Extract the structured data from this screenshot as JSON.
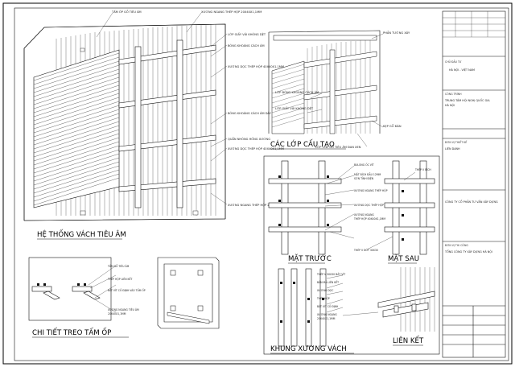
{
  "views": {
    "he_thong": {
      "title": "HỆ THỐNG VÁCH TIÊU ÂM",
      "labels": [
        "TẤM ỐP GỖ TIÊU ÂM",
        "XƯƠNG NGANG THÉP HỘP 20X40X1,1MM",
        "LỚP GIẤY VẢI KHÔNG DỆT",
        "BÔNG KHOÁNG CÁCH ÂM",
        "XƯƠNG DỌC THÉP HỘP 40X40X1,1MM",
        "BÔNG KHOÁNG CÁCH ÂM DÀY 50MM",
        "QUẦN NHÔNG HỐNG XƯƠNG",
        "XƯƠNG DỌC THÉP HỘP 40X40X1,1MM",
        "XƯƠNG NGANG THÉP HỘP 20X40X1,1MM"
      ]
    },
    "cac_lop": {
      "title": "CÁC LỚP CẤU TẠO",
      "labels": [
        "PHẦN TƯỜNG XÂY",
        "LỚP BÔNG KHOÁNG CÁCH ÂM",
        "LỚP GIẤY VẢI KHÔNG DỆT",
        "KẸP GỖ ĐÀN",
        "LỚP CỐT GỖ TIÊU ÂM ĐAN XEN"
      ]
    },
    "mat_truoc": {
      "title": "MẶT TRƯỚC",
      "labels": [
        "BULONG ỐC VÍT",
        "MẶT BÍCH ĐẦU 12MM",
        "SƠN TĨNH ĐIỆN",
        "XƯƠNG NGANG THÉP HỘP",
        "XƯƠNG DỌC THÉP HỘP",
        "XƯƠNG NGANG",
        "THÉP HỘP 40X40X1,1MM"
      ]
    },
    "mat_sau": {
      "title": "MẶT SAU",
      "labels": [
        "THÉP V BÍCH",
        "THÉP V ĐÓT 30X30"
      ]
    },
    "chi_tiet": {
      "title": "CHI TIẾT TREO TẤM ỐP",
      "labels": [
        "TẤM GỖ TIÊU ÂM",
        "THÉP HỘP LIÊN KẾT",
        "BÁT VÍT CỐ ĐỊNH VÀO TẤM ỐP",
        "XƯƠNG NGANG TIÊU ÂM",
        "20X40X1,1MM"
      ]
    },
    "khung": {
      "title": "KHUNG XƯƠNG VÁCH",
      "labels": [
        "THÉP V 30X30 BẢT VÍT",
        "BẢN MÃ LIÊN KẾT",
        "XƯƠNG DỌC",
        "THÉP HỘP",
        "BÁT VÍT CỐ ĐỊNH",
        "XƯƠNG NGANG",
        "20X40X1,1MM"
      ]
    },
    "lien_ket": {
      "title": "LIÊN KẾT"
    }
  },
  "title_block": {
    "rows": [
      {
        "head": "CHỦ ĐẦU TƯ",
        "text": "HÀ NỘI - VIỆT NAM"
      },
      {
        "head": "CÔNG TRÌNH",
        "text": "TRUNG TÂM HỘI NGHỊ QUỐC GIA"
      },
      {
        "head": "",
        "text": "HÀ NỘI"
      },
      {
        "head": "ĐƠN VỊ THIẾT KẾ",
        "text": "LIÊN DANH"
      },
      {
        "head": "",
        "text": "CÔNG TY CỔ PHẦN TƯ VẤN XÂY DỰNG"
      },
      {
        "head": "ĐƠN VỊ THI CÔNG",
        "text": "TỔNG CÔNG TY XÂY DỰNG HÀ NỘI"
      }
    ]
  },
  "colors": {
    "line": "#111111",
    "paper": "#ffffff"
  }
}
